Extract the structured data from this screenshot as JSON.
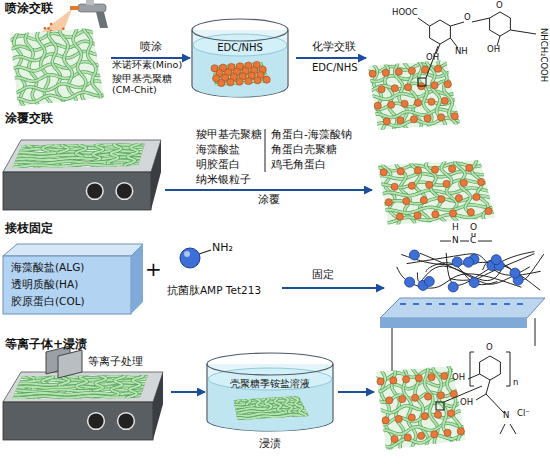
{
  "diagram": {
    "nodes": [
      {
        "text": [
          "喷涂交联"
        ]
      },
      {
        "text": [
          "EDC/NHS"
        ]
      },
      {
        "text": [
          "涂覆交联"
        ]
      },
      {
        "text": [
          "接枝固定",
          "海藻酸盐(ALG)",
          "透明质酸(HA)",
          "胶原蛋白(COL)"
        ]
      },
      {
        "text": [
          "NH₂",
          "抗菌肽AMP Tet213"
        ]
      },
      {
        "text": [
          "等离子体+浸渍"
        ]
      },
      {
        "text": [
          "壳聚糖季铵盐溶液"
        ]
      }
    ],
    "edges": [
      {
        "from": 0,
        "to": 1,
        "arrow": "to",
        "label": "喷涂"
      },
      {
        "from": 5,
        "to": 6,
        "arrow": "to"
      }
    ],
    "labels": [
      "米诺环素(Mino)",
      "羧甲基壳聚糖(CM-Chit)",
      "化学交联",
      "EDC/NHS",
      "HOOC",
      "O",
      "OH",
      "NH",
      "O",
      "OH",
      "NHCH₂COOH",
      "羧甲基壳聚糖",
      "海藻酸盐",
      "明胶蛋白",
      "纳米银粒子",
      "角蛋白-海藻酸钠",
      "角蛋白壳聚糖",
      "鸡毛角蛋白",
      "涂覆",
      "+",
      "固定",
      "H",
      "N",
      "C",
      "O",
      "等离子处理",
      "浸渍",
      "O",
      "OH",
      "n",
      "OH",
      "N",
      "Cl⁻"
    ]
  }
}
